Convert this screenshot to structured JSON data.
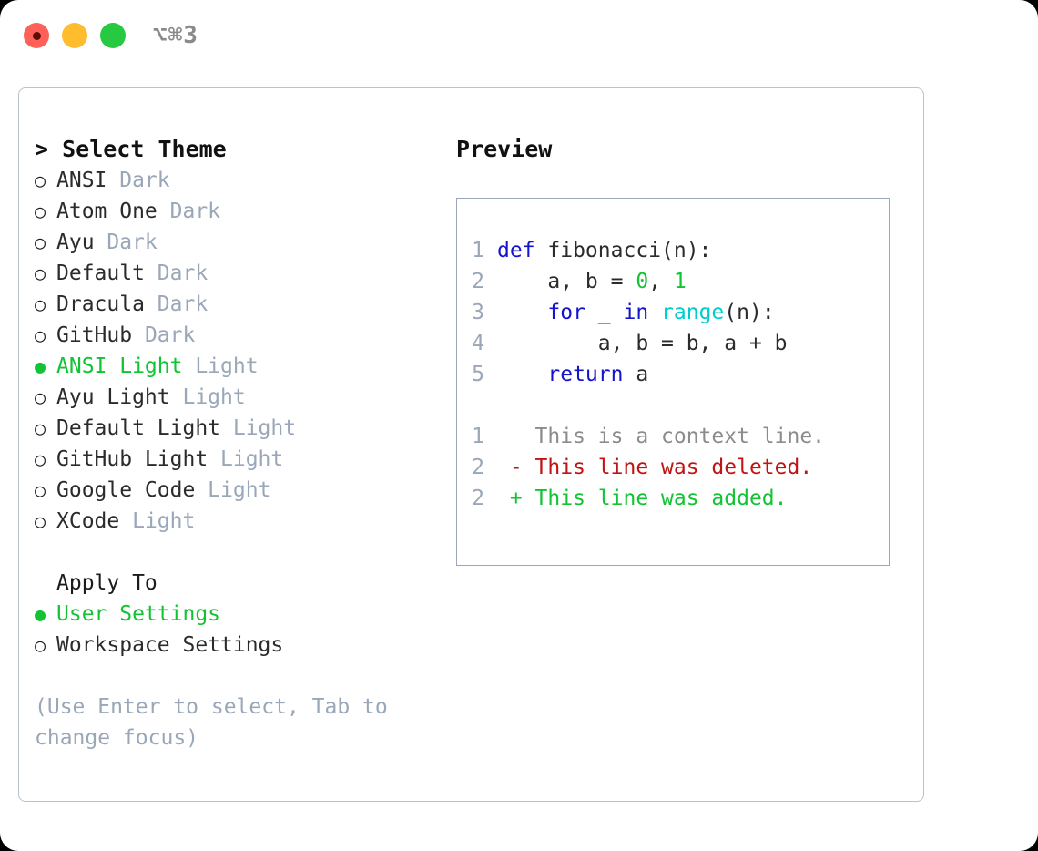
{
  "titlebar": {
    "shortcut": "⌥⌘3",
    "lights": [
      {
        "name": "close",
        "color": "#ff6058"
      },
      {
        "name": "minimize",
        "color": "#ffbd2e"
      },
      {
        "name": "maximize",
        "color": "#26c940"
      }
    ]
  },
  "theme_picker": {
    "header": "> Select Theme",
    "items": [
      {
        "bullet": "○",
        "label": "ANSI",
        "suffix": "Dark",
        "selected": false
      },
      {
        "bullet": "○",
        "label": "Atom One",
        "suffix": "Dark",
        "selected": false
      },
      {
        "bullet": "○",
        "label": "Ayu",
        "suffix": "Dark",
        "selected": false
      },
      {
        "bullet": "○",
        "label": "Default",
        "suffix": "Dark",
        "selected": false
      },
      {
        "bullet": "○",
        "label": "Dracula",
        "suffix": "Dark",
        "selected": false
      },
      {
        "bullet": "○",
        "label": "GitHub",
        "suffix": "Dark",
        "selected": false
      },
      {
        "bullet": "●",
        "label": "ANSI Light",
        "suffix": "Light",
        "selected": true
      },
      {
        "bullet": "○",
        "label": "Ayu Light",
        "suffix": "Light",
        "selected": false
      },
      {
        "bullet": "○",
        "label": "Default Light",
        "suffix": "Light",
        "selected": false
      },
      {
        "bullet": "○",
        "label": "GitHub Light",
        "suffix": "Light",
        "selected": false
      },
      {
        "bullet": "○",
        "label": "Google Code",
        "suffix": "Light",
        "selected": false
      },
      {
        "bullet": "○",
        "label": "XCode",
        "suffix": "Light",
        "selected": false
      }
    ]
  },
  "apply_to": {
    "header": "Apply To",
    "items": [
      {
        "bullet": "●",
        "label": "User Settings",
        "selected": true
      },
      {
        "bullet": "○",
        "label": "Workspace Settings",
        "selected": false
      }
    ]
  },
  "hint": "(Use Enter to select, Tab to change focus)",
  "preview": {
    "title": "Preview",
    "code_lines": [
      {
        "no": "1",
        "tokens": [
          {
            "t": "def",
            "c": "kw"
          },
          {
            "t": " fibonacci(n):",
            "c": "plain"
          }
        ]
      },
      {
        "no": "2",
        "tokens": [
          {
            "t": "    a, b = ",
            "c": "plain"
          },
          {
            "t": "0",
            "c": "num"
          },
          {
            "t": ", ",
            "c": "plain"
          },
          {
            "t": "1",
            "c": "num"
          }
        ]
      },
      {
        "no": "3",
        "tokens": [
          {
            "t": "    ",
            "c": "plain"
          },
          {
            "t": "for",
            "c": "kw"
          },
          {
            "t": " _ ",
            "c": "plain"
          },
          {
            "t": "in",
            "c": "kw"
          },
          {
            "t": " ",
            "c": "plain"
          },
          {
            "t": "range",
            "c": "fn"
          },
          {
            "t": "(n):",
            "c": "plain"
          }
        ]
      },
      {
        "no": "4",
        "tokens": [
          {
            "t": "        a, b = b, a + b",
            "c": "plain"
          }
        ]
      },
      {
        "no": "5",
        "tokens": [
          {
            "t": "    ",
            "c": "plain"
          },
          {
            "t": "return",
            "c": "kw"
          },
          {
            "t": " a",
            "c": "plain"
          }
        ]
      }
    ],
    "diff_lines": [
      {
        "no": "1",
        "marker": "  ",
        "text": "This is a context line.",
        "kind": "context"
      },
      {
        "no": "2",
        "marker": "- ",
        "text": "This line was deleted.",
        "kind": "deleted"
      },
      {
        "no": "2",
        "marker": "+ ",
        "text": "This line was added.",
        "kind": "added"
      }
    ]
  },
  "colors": {
    "accent_green": "#12c433",
    "muted": "#9aa7b8",
    "keyword_blue": "#1414cf",
    "function_cyan": "#00cccc",
    "diff_deleted": "#c01414",
    "diff_added": "#12c433",
    "border": "#b9c2cf"
  }
}
